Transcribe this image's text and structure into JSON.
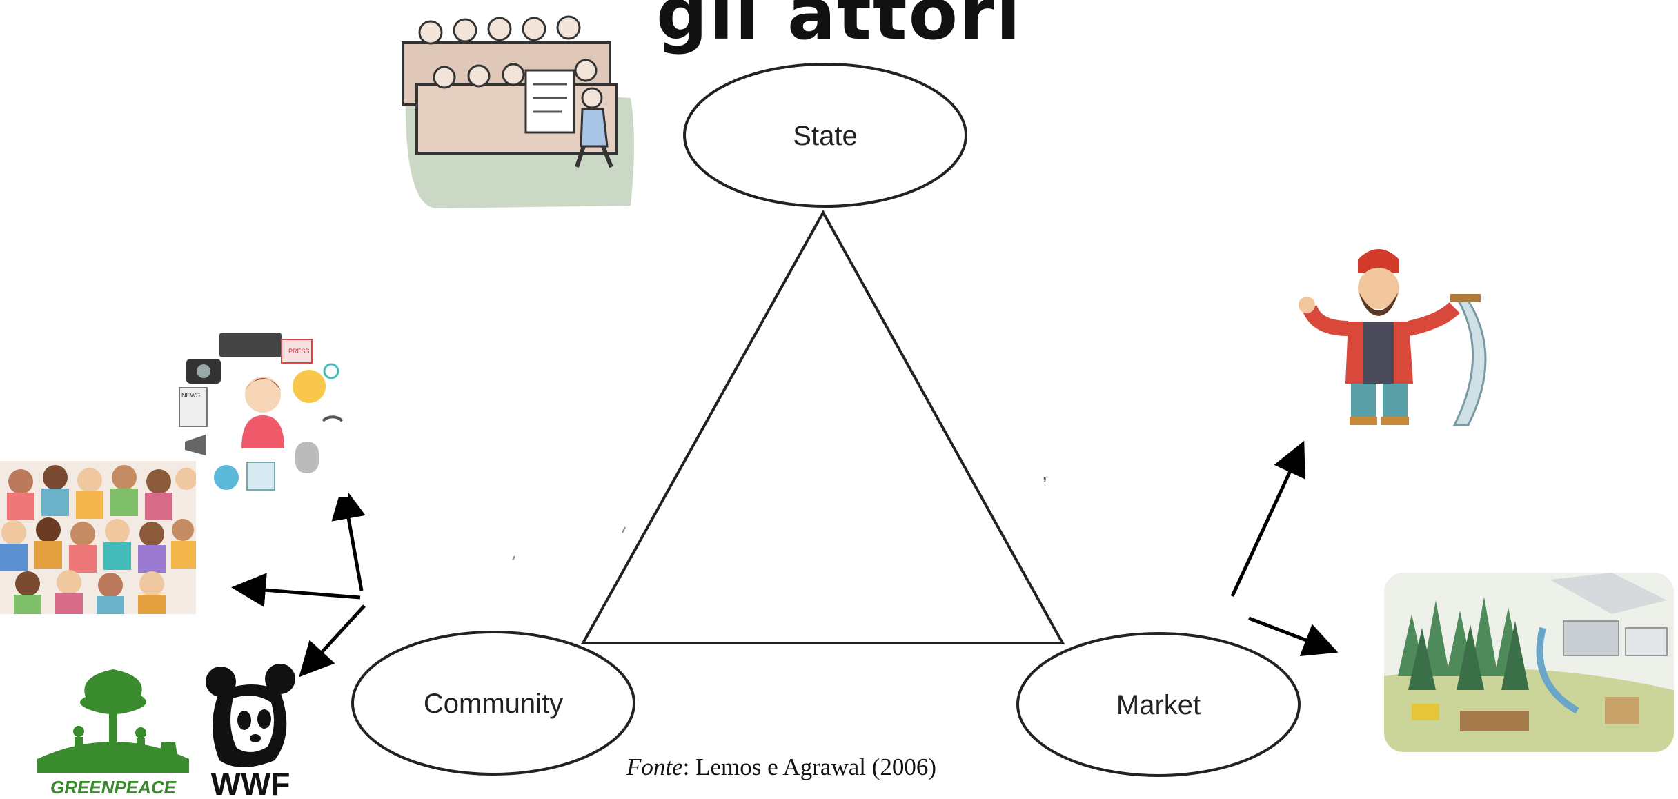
{
  "title": "gli attori",
  "nodes": {
    "state": "State",
    "community": "Community",
    "market": "Market"
  },
  "source": {
    "label": "Fonte",
    "text": ": Lemos e Agrawal (2006)"
  },
  "logos": {
    "greenpeace": "GREENPEACE",
    "wwf": "WWF"
  },
  "media_badges": {
    "press": "PRESS",
    "news": "NEWS"
  },
  "icons": [
    "parliament-illustration",
    "media-illustration",
    "crowd-illustration",
    "greenpeace-logo",
    "wwf-logo",
    "lumberjack-illustration",
    "timber-industry-illustration"
  ]
}
